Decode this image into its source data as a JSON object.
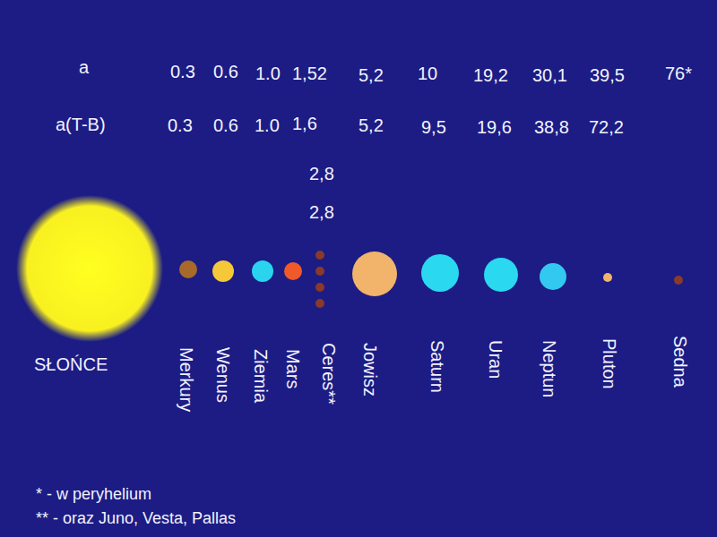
{
  "diagram": {
    "labels": [
      "a",
      "0.3",
      "0.6",
      "1.0",
      "1,52",
      "5,2",
      "10",
      "19,2",
      "30,1",
      "39,5",
      "76*",
      "a(T-B)",
      "0.3",
      "0.6",
      "1.0",
      "1,6",
      "5,2",
      "9,5",
      "19,6",
      "38,8",
      "72,2",
      "2,8",
      "2,8",
      "SŁOŃCE",
      "Merkury",
      "Wenus",
      "Ziemia",
      "Mars",
      "Ceres**",
      "Jowisz",
      "Saturn",
      "Uran",
      "Neptun",
      "Pluton",
      "Sedna",
      "* - w peryhelium",
      "** - oraz Juno, Vesta, Pallas"
    ]
  }
}
